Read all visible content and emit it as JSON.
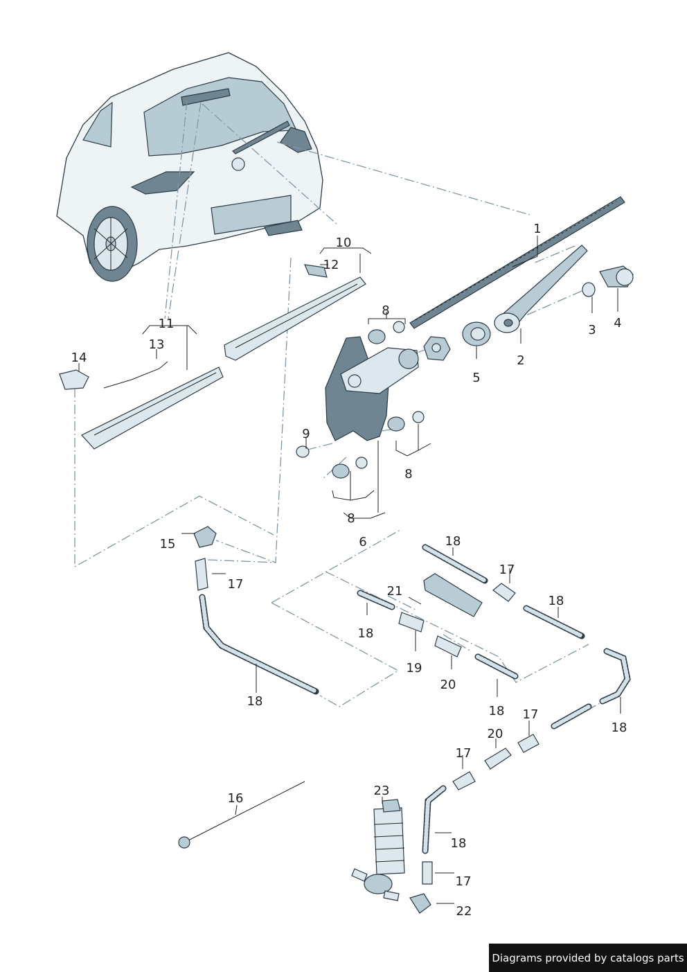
{
  "footer": {
    "credit": "Diagrams provided by catalogs parts"
  },
  "callouts": [
    {
      "id": "c1",
      "label": "1"
    },
    {
      "id": "c2",
      "label": "2"
    },
    {
      "id": "c3",
      "label": "3"
    },
    {
      "id": "c4",
      "label": "4"
    },
    {
      "id": "c5",
      "label": "5"
    },
    {
      "id": "c6",
      "label": "6"
    },
    {
      "id": "c8a",
      "label": "8"
    },
    {
      "id": "c8b",
      "label": "8"
    },
    {
      "id": "c8c",
      "label": "8"
    },
    {
      "id": "c9",
      "label": "9"
    },
    {
      "id": "c10",
      "label": "10"
    },
    {
      "id": "c11",
      "label": "11"
    },
    {
      "id": "c12",
      "label": "12"
    },
    {
      "id": "c13",
      "label": "13"
    },
    {
      "id": "c14",
      "label": "14"
    },
    {
      "id": "c15",
      "label": "15"
    },
    {
      "id": "c16",
      "label": "16"
    },
    {
      "id": "c17a",
      "label": "17"
    },
    {
      "id": "c17b",
      "label": "17"
    },
    {
      "id": "c17c",
      "label": "17"
    },
    {
      "id": "c17d",
      "label": "17"
    },
    {
      "id": "c17e",
      "label": "17"
    },
    {
      "id": "c18a",
      "label": "18"
    },
    {
      "id": "c18b",
      "label": "18"
    },
    {
      "id": "c18c",
      "label": "18"
    },
    {
      "id": "c18d",
      "label": "18"
    },
    {
      "id": "c18e",
      "label": "18"
    },
    {
      "id": "c18f",
      "label": "18"
    },
    {
      "id": "c18g",
      "label": "18"
    },
    {
      "id": "c19",
      "label": "19"
    },
    {
      "id": "c20a",
      "label": "20"
    },
    {
      "id": "c20b",
      "label": "20"
    },
    {
      "id": "c21",
      "label": "21"
    },
    {
      "id": "c22",
      "label": "22"
    },
    {
      "id": "c23",
      "label": "23"
    }
  ]
}
